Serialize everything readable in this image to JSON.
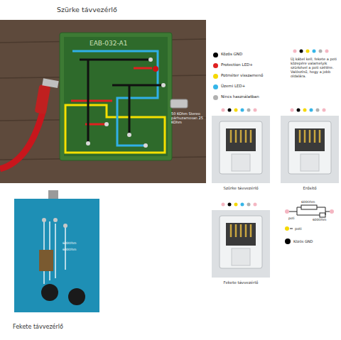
{
  "diagram": {
    "title": "Szürke távvezérlő",
    "nodes": [
      {
        "text": [
          "Szürke távvezérlő"
        ]
      },
      {
        "text": [
          "Erősítő"
        ]
      },
      {
        "text": [
          "Fekete távvezérlő"
        ]
      },
      {
        "text": [
          "Fekete távvezérlő"
        ]
      }
    ],
    "labels": [
      "EAB-032-A1",
      "50 KOhm Stereo párhuzamosan 25 KOhm",
      "Új kábel kell, fekete a poti közepére valamelyik szürkével a poti szélére. Valószínű, hogy a jobb oldalára.",
      "600Ohm",
      "600Ohm",
      "600Ohm",
      "poti",
      "600Ohm",
      "poti",
      "Közös GND"
    ],
    "legend": [
      {
        "text": "Közös GND",
        "color": "#000000"
      },
      {
        "text": "Protection LED+",
        "color": "#e02020"
      },
      {
        "text": "Potméter visszamenő",
        "color": "#f5d800"
      },
      {
        "text": "Üzemi LED+",
        "color": "#35b5e8"
      },
      {
        "text": "Nincs használatban",
        "color": "#b0b0b0"
      }
    ]
  }
}
